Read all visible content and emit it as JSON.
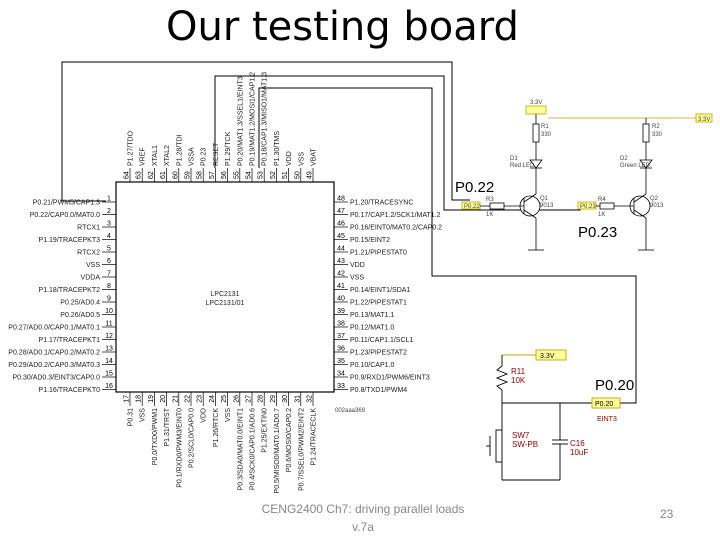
{
  "slide": {
    "title": "Our testing board",
    "footer_line1": "CENG2400 Ch7: driving parallel loads",
    "footer_line2": "v.7a",
    "page_number": "23"
  },
  "callouts": {
    "p022": "P0.22",
    "p023": "P0.23",
    "p020": "P0.20"
  },
  "chip": {
    "name_line1": "LPC2131",
    "name_line2": "LPC2131/01",
    "ref": "002aaa369",
    "left_pins": [
      {
        "label": "P0.21/PWM5/CAP1.3",
        "num": "1"
      },
      {
        "label": "P0.22/CAP0.0/MAT0.0",
        "num": "2"
      },
      {
        "label": "RTCX1",
        "num": "3"
      },
      {
        "label": "P1.19/TRACEPKT3",
        "num": "4"
      },
      {
        "label": "RTCX2",
        "num": "5"
      },
      {
        "label": "VSS",
        "num": "6"
      },
      {
        "label": "VDDA",
        "num": "7"
      },
      {
        "label": "P1.18/TRACEPKT2",
        "num": "8"
      },
      {
        "label": "P0.25/AD0.4",
        "num": "9"
      },
      {
        "label": "P0.26/AD0.5",
        "num": "10"
      },
      {
        "label": "P0.27/AD0.0/CAP0.1/MAT0.1",
        "num": "11"
      },
      {
        "label": "P1.17/TRACEPKT1",
        "num": "12"
      },
      {
        "label": "P0.28/AD0.1/CAP0.2/MAT0.2",
        "num": "13"
      },
      {
        "label": "P0.29/AD0.2/CAP0.3/MAT0.3",
        "num": "14"
      },
      {
        "label": "P0.30/AD0.3/EINT3/CAP0.0",
        "num": "15"
      },
      {
        "label": "P1.16/TRACEPKT0",
        "num": "16"
      }
    ],
    "right_pins": [
      {
        "label": "P1.20/TRACESYNC",
        "num": "48"
      },
      {
        "label": "P0.17/CAP1.2/SCK1/MAT1.2",
        "num": "47"
      },
      {
        "label": "P0.16/EINT0/MAT0.2/CAP0.2",
        "num": "46"
      },
      {
        "label": "P0.15/EINT2",
        "num": "45"
      },
      {
        "label": "P1.21/PIPESTAT0",
        "num": "44"
      },
      {
        "label": "VDD",
        "num": "43"
      },
      {
        "label": "VSS",
        "num": "42"
      },
      {
        "label": "P0.14/EINT1/SDA1",
        "num": "41"
      },
      {
        "label": "P1.22/PIPESTAT1",
        "num": "40"
      },
      {
        "label": "P0.13/MAT1.1",
        "num": "39"
      },
      {
        "label": "P0.12/MAT1.0",
        "num": "38"
      },
      {
        "label": "P0.11/CAP1.1/SCL1",
        "num": "37"
      },
      {
        "label": "P1.23/PIPESTAT2",
        "num": "36"
      },
      {
        "label": "P0.10/CAP1.0",
        "num": "35"
      },
      {
        "label": "P0.9/RXD1/PWM6/EINT3",
        "num": "34"
      },
      {
        "label": "P0.8/TXD1/PWM4",
        "num": "33"
      }
    ],
    "top_pins": [
      {
        "label": "P1.27/TDO",
        "num": "64"
      },
      {
        "label": "VREF",
        "num": "63"
      },
      {
        "label": "XTAL1",
        "num": "62"
      },
      {
        "label": "XTAL2",
        "num": "61"
      },
      {
        "label": "P1.28/TDI",
        "num": "60"
      },
      {
        "label": "VSSA",
        "num": "59"
      },
      {
        "label": "P0.23",
        "num": "58"
      },
      {
        "label": "RESET",
        "num": "57"
      },
      {
        "label": "P1.29/TCK",
        "num": "56"
      },
      {
        "label": "P0.20/MAT1.3/SSEL1/EINT3",
        "num": "55"
      },
      {
        "label": "P0.19/MAT1.2/MOSI1/CAP1.2",
        "num": "54"
      },
      {
        "label": "P0.18/CAP1.3/MISO1/MAT1.3",
        "num": "53"
      },
      {
        "label": "P1.30/TMS",
        "num": "52"
      },
      {
        "label": "VDD",
        "num": "51"
      },
      {
        "label": "VSS",
        "num": "50"
      },
      {
        "label": "VBAT",
        "num": "49"
      }
    ],
    "bottom_pins": [
      {
        "label": "P0.31",
        "num": "17"
      },
      {
        "label": "VSS",
        "num": "18"
      },
      {
        "label": "P0.0/TXD0/PWM1",
        "num": "19"
      },
      {
        "label": "P1.31/TRST",
        "num": "20"
      },
      {
        "label": "P0.1/RXD0/PWM3/EINT0",
        "num": "21"
      },
      {
        "label": "P0.2/SCL0/CAP0.0",
        "num": "22"
      },
      {
        "label": "VDD",
        "num": "23"
      },
      {
        "label": "P1.26/RTCK",
        "num": "24"
      },
      {
        "label": "VSS",
        "num": "25"
      },
      {
        "label": "P0.3/SDA0/MAT0.0/EINT1",
        "num": "26"
      },
      {
        "label": "P0.4/SCK0/CAP0.1/AD0.6",
        "num": "27"
      },
      {
        "label": "P1.25/EXTIN0",
        "num": "28"
      },
      {
        "label": "P0.5/MISO0/MAT0.1/AD0.7",
        "num": "29"
      },
      {
        "label": "P0.6/MOSI0/CAP0.2",
        "num": "30"
      },
      {
        "label": "P0.7/SSEL0/PWM2/EINT2",
        "num": "31"
      },
      {
        "label": "P1.24/TRACECLK",
        "num": "32"
      }
    ]
  },
  "led_circuit": {
    "supply_left": "3.3V",
    "supply_right": "3.3V",
    "r1": "R1",
    "r1_val": "330",
    "r2": "R2",
    "r2_val": "330",
    "d1": "D1",
    "d1_val": "Red LED",
    "d2": "D2",
    "d2_val": "Green LED",
    "q1": "Q1",
    "q1_val": "9013",
    "q2": "Q2",
    "q2_val": "9013",
    "net_left": "P0.22",
    "net_right": "P0.23",
    "r3": "R3",
    "r3_val": "1K",
    "r4": "R4",
    "r4_val": "1K"
  },
  "switch_circuit": {
    "supply": "3.3V",
    "r11": "R11",
    "r11_val": "10K",
    "net": "P0.20",
    "eint": "EINT3",
    "sw": "SW7",
    "sw_val": "SW-PB",
    "cap": "C16",
    "cap_val": "10uF"
  }
}
